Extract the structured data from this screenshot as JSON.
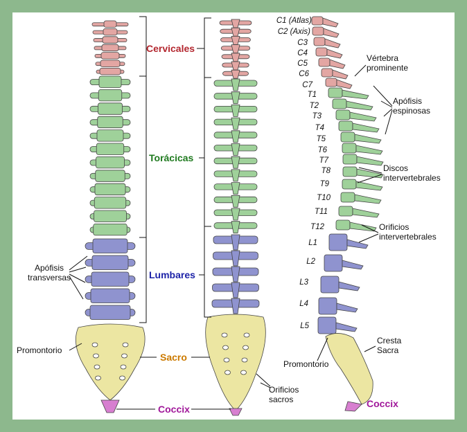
{
  "colors": {
    "cervical": "#e3a6a3",
    "thoracic": "#9fd19a",
    "lumbar": "#8f93cf",
    "sacrum": "#ece6a2",
    "coccyx": "#d77fd0",
    "label_cervical": "#b3262e",
    "label_thoracic": "#1f7a1f",
    "label_lumbar": "#1d23a8",
    "label_sacrum": "#cc7a00",
    "label_coccyx": "#a0179a",
    "border": "#8db88d"
  },
  "regions": {
    "cervicales": "Cervicales",
    "toracicas": "Torácicas",
    "lumbares": "Lumbares",
    "sacro": "Sacro",
    "coccix": "Coccix",
    "coccix_lateral": "Coccix"
  },
  "labels": {
    "apofisis_transversas": [
      "Apófisis",
      "transversas"
    ],
    "promontorio_front": "Promontorio",
    "orificios_sacros": [
      "Orificios",
      "sacros"
    ],
    "vertebra_prominente": [
      "Vértebra",
      "prominente"
    ],
    "apofisis_espinosas": [
      "Apófisis",
      "espinosas"
    ],
    "discos_intervertebrales": [
      "Discos",
      "intervertebrales"
    ],
    "orificios_intervertebrales": [
      "Orificios",
      "intervertebrales"
    ],
    "cresta_sacra": [
      "Cresta",
      "Sacra"
    ],
    "promontorio_lateral": "Promontorio"
  },
  "vertebra_labels": [
    "C1 (Atlas)",
    "C2 (Axis)",
    "C3",
    "C4",
    "C5",
    "C6",
    "C7",
    "T1",
    "T2",
    "T3",
    "T4",
    "T5",
    "T6",
    "T7",
    "T8",
    "T9",
    "T10",
    "T11",
    "T12",
    "L1",
    "L2",
    "L3",
    "L4",
    "L5"
  ]
}
